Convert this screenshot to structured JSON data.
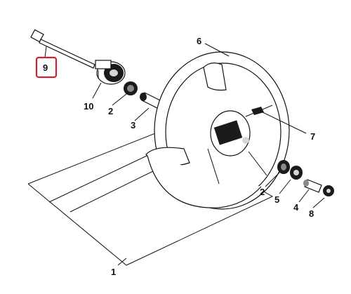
{
  "callouts": [
    {
      "id": "1",
      "label": "1"
    },
    {
      "id": "2a",
      "label": "2"
    },
    {
      "id": "2b",
      "label": "2"
    },
    {
      "id": "3",
      "label": "3"
    },
    {
      "id": "4",
      "label": "4"
    },
    {
      "id": "5",
      "label": "5"
    },
    {
      "id": "6",
      "label": "6"
    },
    {
      "id": "7",
      "label": "7"
    },
    {
      "id": "8",
      "label": "8"
    },
    {
      "id": "9",
      "label": "9"
    },
    {
      "id": "10",
      "label": "10"
    }
  ],
  "highlighted_part": "9",
  "highlight_color": "#cc2233",
  "line_color": "#111111"
}
